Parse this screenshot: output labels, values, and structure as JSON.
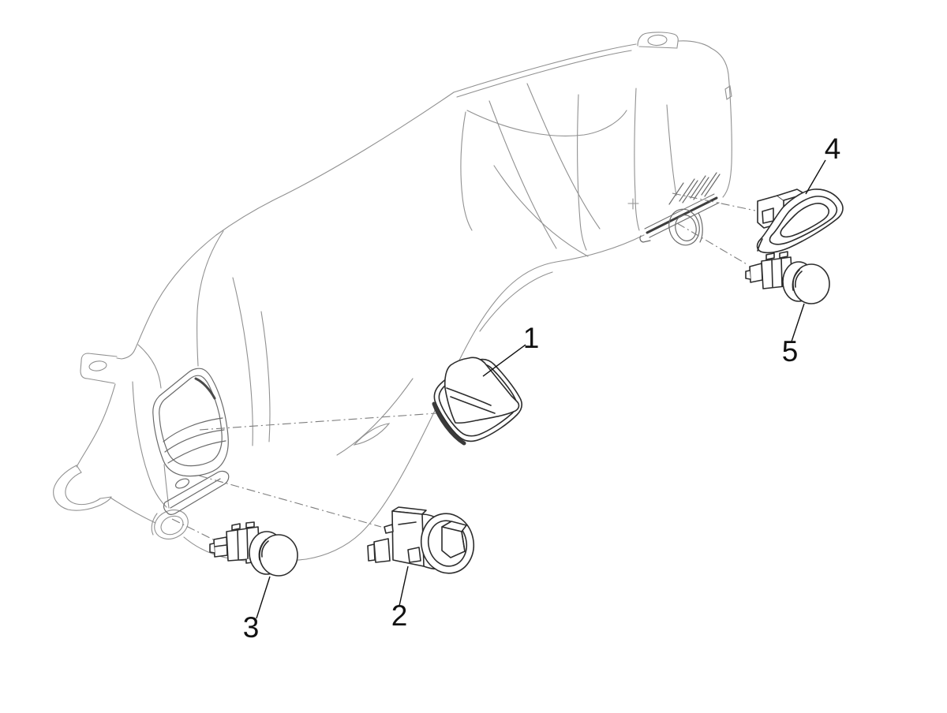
{
  "figure": {
    "type": "exploded-parts-diagram",
    "background_color": "#ffffff",
    "body_line_color": "#919191",
    "detail_line_color": "#6b6b6b",
    "part_line_color": "#2d2d2d",
    "projection_line_color": "#7d7d7d",
    "callout_color": "#111111",
    "callouts": [
      {
        "label": "1"
      },
      {
        "label": "2"
      },
      {
        "label": "3"
      },
      {
        "label": "4"
      },
      {
        "label": "5"
      }
    ]
  }
}
